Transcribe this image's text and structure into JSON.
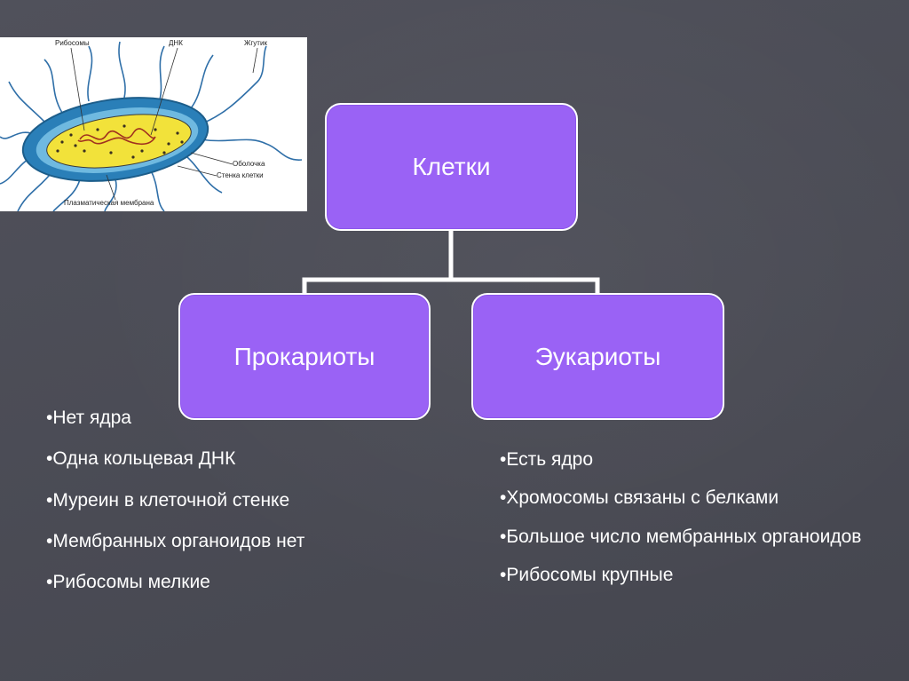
{
  "bacterium_labels": {
    "ribosomes": "Рибосомы",
    "dna": "ДНК",
    "flagellum": "Жгутик",
    "capsule": "Оболочка",
    "cell_wall": "Стенка клетки",
    "plasma_membrane": "Плазматическая мембрана"
  },
  "diagram": {
    "root": "Клетки",
    "left": "Прокариоты",
    "right": "Эукариоты"
  },
  "prokaryotes": [
    "•Нет ядра",
    "•Одна кольцевая ДНК",
    "•Муреин в клеточной стенке",
    "•Мембранных органоидов нет",
    "•Рибосомы мелкие"
  ],
  "eukaryotes": [
    "•Есть ядро",
    "•Хромосомы связаны с белками",
    "•Большое число мембранных органоидов",
    "•Рибосомы крупные"
  ],
  "colors": {
    "box_fill": "#9a62f5",
    "background": "#4a4b55"
  }
}
